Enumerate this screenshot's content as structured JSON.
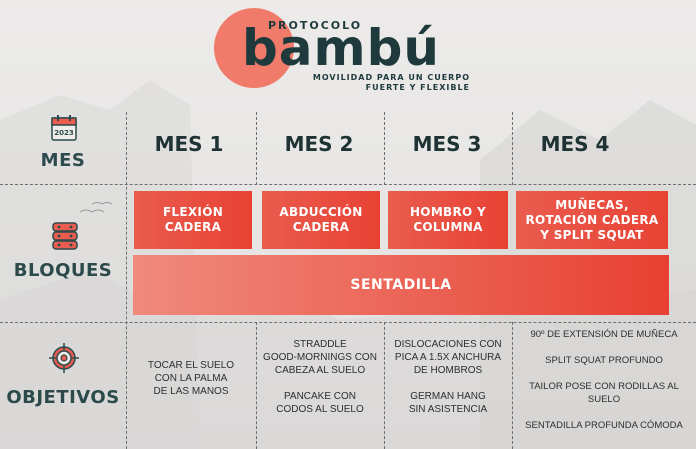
{
  "header": {
    "protocolo": "PROTOCOLO",
    "brand": "bambú",
    "tagline_1": "MOVILIDAD PARA UN CUERPO",
    "tagline_2": "FUERTE Y FLEXIBLE"
  },
  "rows": {
    "mes": "MES",
    "bloques": "BLOQUES",
    "objetivos": "OBJETIVOS",
    "calendar_year": "2023"
  },
  "months": [
    "MES 1",
    "MES 2",
    "MES 3",
    "MES 4"
  ],
  "blocks": [
    {
      "line1": "FLEXIÓN",
      "line2": "CADERA",
      "line3": ""
    },
    {
      "line1": "ABDUCCIÓN",
      "line2": "CADERA",
      "line3": ""
    },
    {
      "line1": "HOMBRO Y",
      "line2": "COLUMNA",
      "line3": ""
    },
    {
      "line1": "MUÑECAS,",
      "line2": "ROTACIÓN CADERA",
      "line3": "Y SPLIT SQUAT"
    }
  ],
  "sentadilla": "SENTADILLA",
  "objetivos": {
    "mes1": [
      "TOCAR EL SUELO",
      "CON LA PALMA",
      "DE LAS MANOS"
    ],
    "mes2": [
      "STRADDLE",
      "GOOD-MORNINGS CON",
      "CABEZA AL SUELO",
      "PANCAKE CON",
      "CODOS AL SUELO"
    ],
    "mes3": [
      "DISLOCACIONES CON",
      "PICA  A 1.5X ANCHURA",
      "DE HOMBROS",
      "GERMAN HANG",
      "SIN ASISTENCIA"
    ],
    "mes4": [
      "90º DE EXTENSIÓN DE MUÑECA",
      "SPLIT SQUAT PROFUNDO",
      "TAILOR POSE CON RODILLAS AL",
      "SUELO",
      "SENTADILLA PROFUNDA CÓMODA"
    ]
  },
  "icons": {
    "mes": "calendar-icon",
    "bloques": "stacked-blocks-icon",
    "objetivos": "target-icon"
  },
  "colors": {
    "accent": "#e84234",
    "sun": "#f07b6b",
    "brand": "#1e3a3c"
  }
}
